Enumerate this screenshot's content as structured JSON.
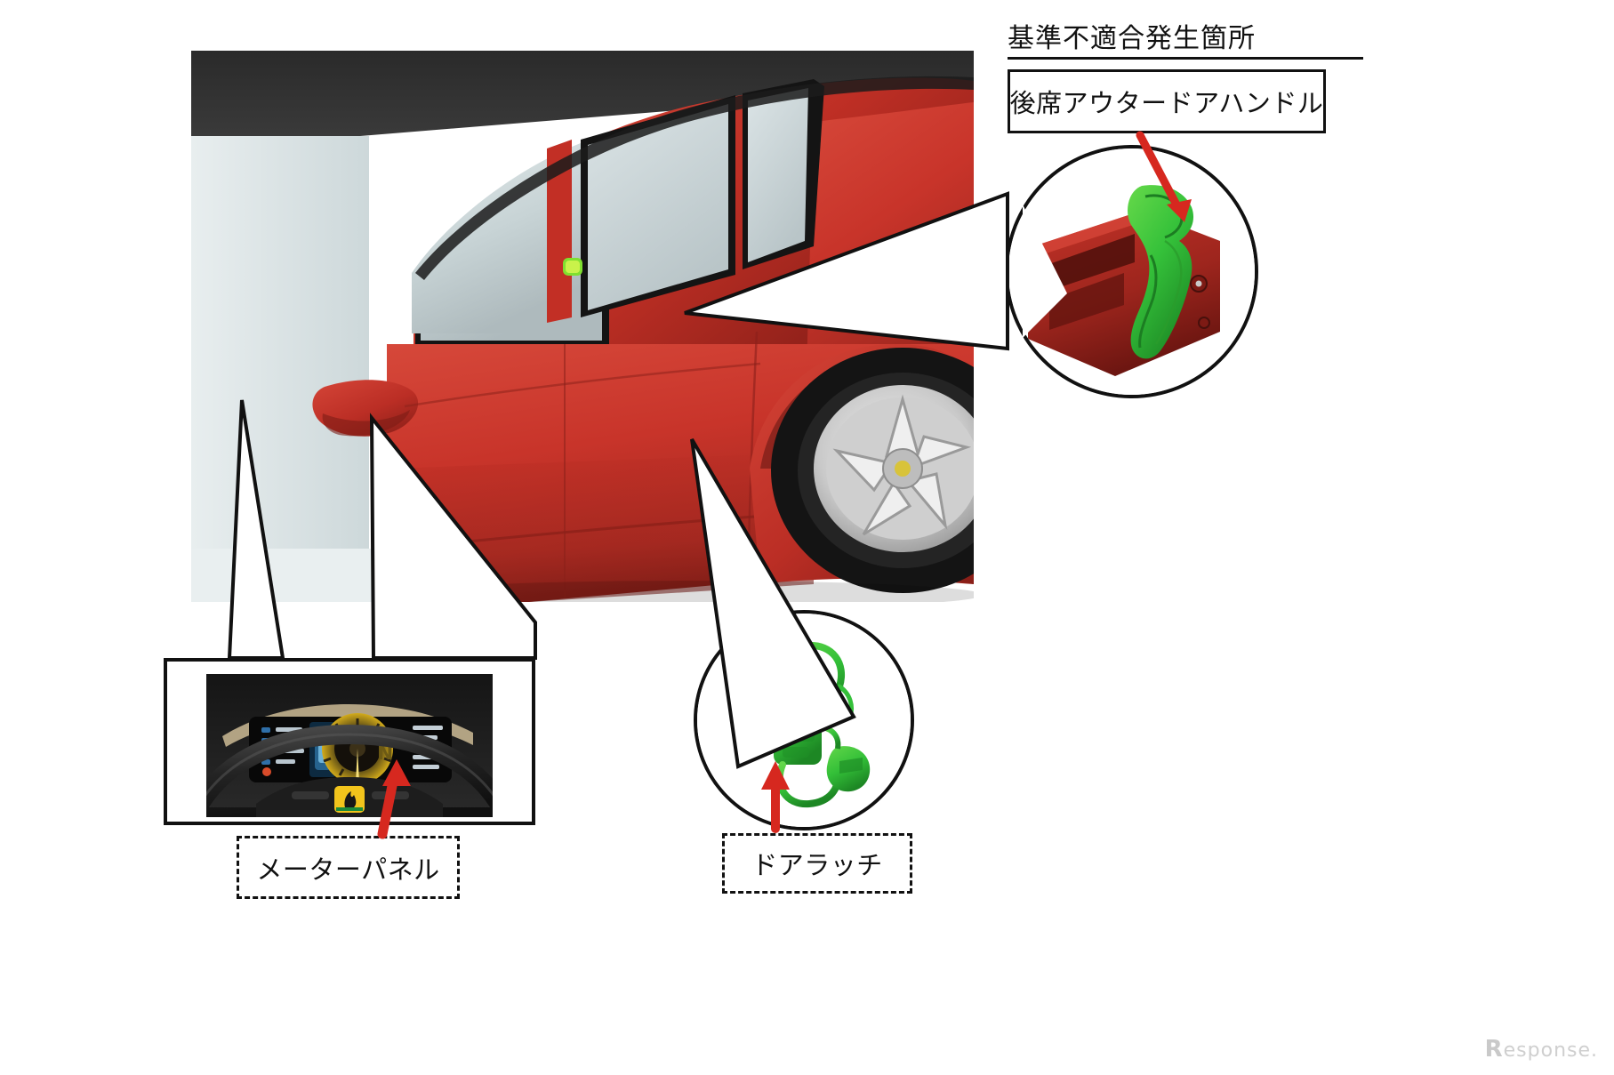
{
  "document": {
    "heading": "基準不適合発生箇所",
    "language": "ja",
    "watermark": "esponse.",
    "watermark_initial": "R"
  },
  "callouts": {
    "door_handle": {
      "label": "後席アウタードアハンドル",
      "style": "solid-box",
      "part": "rear outer door handle",
      "highlight_color": "#35c13a"
    },
    "meter_panel": {
      "label": "メーターパネル",
      "style": "dashed-box",
      "part": "instrument meter panel",
      "arrow_color": "#d6281f"
    },
    "door_latch": {
      "label": "ドアラッチ",
      "style": "dashed-box",
      "part": "door latch",
      "arrow_color": "#d6281f",
      "highlight_color": "#35c13a"
    }
  },
  "colors": {
    "body_red": "#c8342a",
    "body_red_dark": "#8f211a",
    "body_red_shadow": "#6d1812",
    "glass": "#c6d2d4",
    "glass_light": "#dde6e7",
    "outline": "#111111",
    "highlight_green": "#35c13a",
    "arrow_red": "#d6281f",
    "tire_black": "#1a1a1a",
    "wheel_silver": "#d8d8d8",
    "watermark_gray": "#cfcfcf"
  },
  "icons": {
    "inset_handle": "door-handle-icon",
    "inset_latch": "door-latch-icon",
    "cluster": "instrument-cluster-icon",
    "arrow": "arrow-icon"
  }
}
